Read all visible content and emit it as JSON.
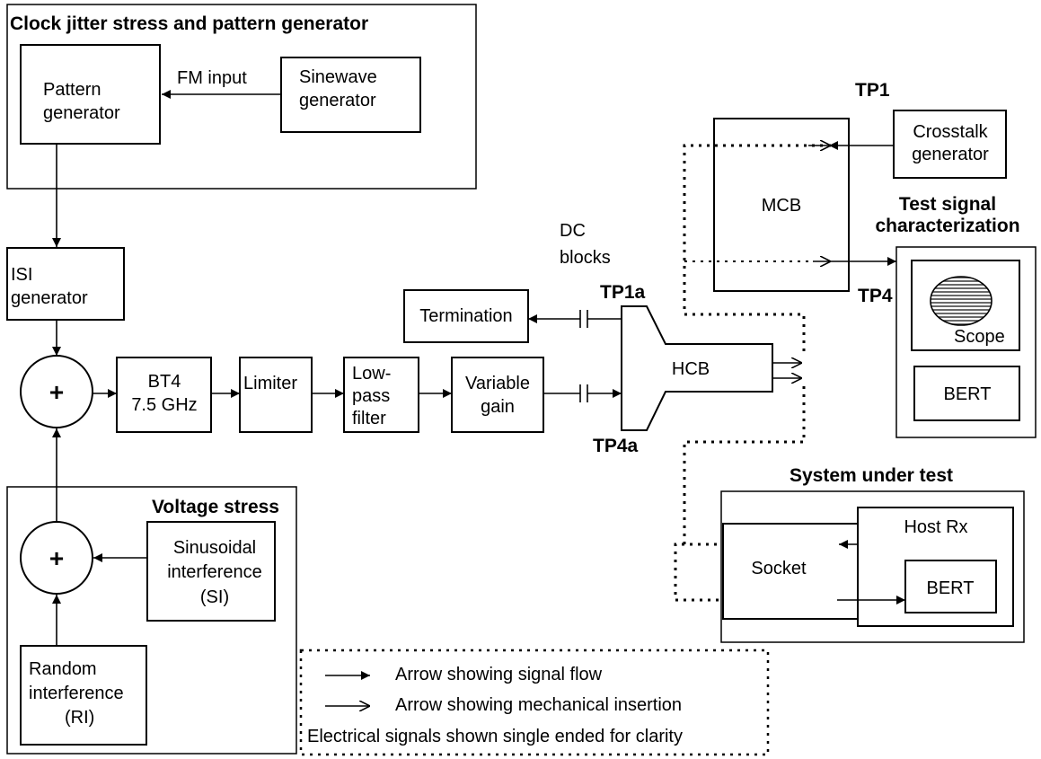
{
  "groups": {
    "clock": "Clock jitter stress and pattern generator",
    "voltage": "Voltage stress",
    "test_signal_1": "Test signal",
    "test_signal_2": "characterization",
    "system_under_test": "System under test"
  },
  "blocks": {
    "pattern_1": "Pattern",
    "pattern_2": "generator",
    "sinewave_1": "Sinewave",
    "sinewave_2": "generator",
    "fm_input": "FM input",
    "isi_1": "ISI",
    "isi_2": "generator",
    "sum_symbol": "+",
    "bt4_1": "BT4",
    "bt4_2": "7.5 GHz",
    "limiter": "Limiter",
    "lpf_1": "Low-",
    "lpf_2": "pass",
    "lpf_3": "filter",
    "vgain_1": "Variable",
    "vgain_2": "gain",
    "termination": "Termination",
    "dc_1": "DC",
    "dc_2": "blocks",
    "hcb": "HCB",
    "mcb": "MCB",
    "crosstalk_1": "Crosstalk",
    "crosstalk_2": "generator",
    "scope": "Scope",
    "bert": "BERT",
    "socket": "Socket",
    "host_rx": "Host Rx",
    "si_1": "Sinusoidal",
    "si_2": "interference",
    "si_3": "(SI)",
    "ri_1": "Random",
    "ri_2": "interference",
    "ri_3": "(RI)"
  },
  "test_points": {
    "tp1": "TP1",
    "tp1a": "TP1a",
    "tp4": "TP4",
    "tp4a": "TP4a"
  },
  "legend": {
    "signal_flow": "Arrow showing signal flow",
    "mechanical": "Arrow showing mechanical insertion",
    "note": "Electrical signals shown single ended for clarity"
  }
}
